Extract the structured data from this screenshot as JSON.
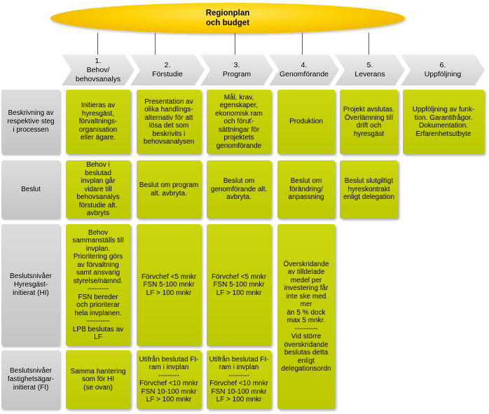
{
  "title": "Regionplan\noch budget",
  "steps": [
    {
      "num": "1.",
      "label": "Behov/\nbehovsanalys"
    },
    {
      "num": "2.",
      "label": "Förstudie"
    },
    {
      "num": "3.",
      "label": "Program"
    },
    {
      "num": "4.",
      "label": "Genomförande"
    },
    {
      "num": "5.",
      "label": "Leverans"
    },
    {
      "num": "6.",
      "label": "Uppföljning"
    }
  ],
  "rows": [
    {
      "label": "Beskrivning av\nrespektive steg\ni processen"
    },
    {
      "label": "Beslut"
    },
    {
      "label": "Beslutsnivåer\nHyresgäst-\ninitierat (HI)"
    },
    {
      "label": "Beslutsnivåer\nfastighetsägar-\ninitierat (FI)"
    }
  ],
  "cells": {
    "desc_1": "Initieras av\nhyresgäst,\nförvaltnings-\norganisation\neller ägare.",
    "desc_2": "Presentation av\nolika handlings-\nalternativ för att\nlösa det som\nbeskrivits i\nbehovsanalysen",
    "desc_3": "Mål, krav,\negenskaper,\nekonomisk ram\noch föruť-\nsättningar för\nprojektets\ngenomförande",
    "desc_4": "Produktion",
    "desc_5": "Projekt avslutas.\nÖverlämning till\ndrift och\nhyresgäst",
    "desc_6": "Uppföljning av funk-\ntion. Garantifrågor.\nDokumentation.\nErfarenhetsutbyte",
    "beslut_1": "Behov i\nbeslutad\ninvplan går\nvidare till\nbehovsanalys\nförstudie alt.\navbryts",
    "beslut_2": "Beslut om program\nalt. avbryta.",
    "beslut_3": "Beslut om\ngenomförande alt.\navbryta.",
    "beslut_4": "Beslut om\nförändring/\nanpassning",
    "beslut_5": "Beslut slutgiltigt\nhyreskontrakt\nenligt delegation",
    "hi_1": "Behov\nsammanställs till\ninvplan.\nPrioritering görs\nav förvaltning\nsamt ansvarig\nstyrelse/nämnd.\n---------\nFSN bereder\noch prioriterar\nhela invplanen.\n----------\nLPB beslutas av\nLF",
    "hi_2": "Förvchef <5 mnkr\nFSN 5-100 mnkr\nLF > 100 mnkr",
    "hi_3": "Förvchef <5 mnkr\nFSN 5-100 mnkr\nLF > 100 mnkr",
    "hi_fi_4": "Överskridande\nav tilldelade\nmedel per\ninvestering får\ninte ske med mer\nän 5 % dock\nmax 5 mnkr.\n----------\nVid större\növerskridande\nbeslutas detta\nenligt\ndelegationsordn",
    "fi_1": "Samma hantering\nsom för HI\n(se ovan)",
    "fi_2": "Utifrån beslutad FI-\nram i invplan\n---------\nFörvchef <10 mnkr\nFSN 10-100 mnkr\nLF > 100 mnkr",
    "fi_3": "Utifrån beslutad FI-\nram i invplan\n---------\nFörvchef <10 mnkr\nFSN 10-100 mnkr\nLF > 100 mnkr"
  },
  "colors": {
    "accent": "#fcd000",
    "cell": "#c8d400",
    "header": "#d4d4d4"
  }
}
